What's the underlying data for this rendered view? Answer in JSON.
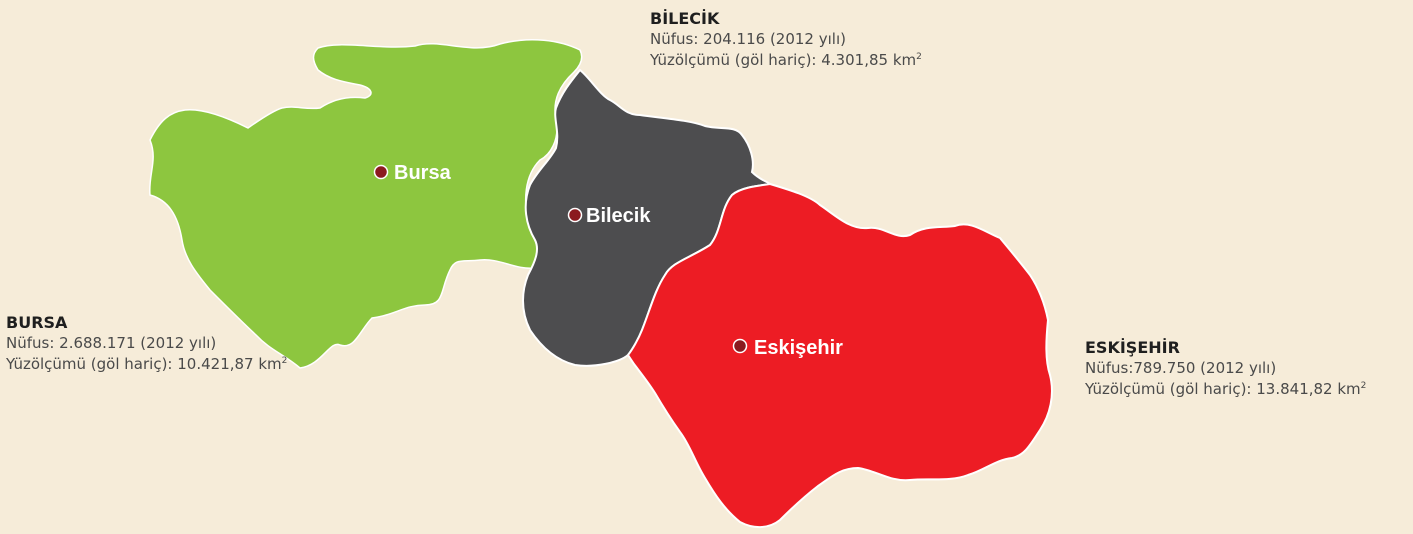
{
  "map": {
    "colors": {
      "background": "#f6ecd9",
      "bursa": "#8dc63f",
      "bilecik": "#4d4d4f",
      "eskisehir": "#ed1c24",
      "marker": "#8b1a1f",
      "border": "#ffffff"
    },
    "cities": {
      "bursa": {
        "label": "Bursa"
      },
      "bilecik": {
        "label": "Bilecik"
      },
      "eskisehir": {
        "label": "Eskişehir"
      }
    }
  },
  "info": {
    "bilecik": {
      "name": "BİLECİK",
      "population_line": "Nüfus: 204.116 (2012 yılı)",
      "area_line": "Yüzölçümü (göl hariç): 4.301,85 km",
      "area_sup": "2"
    },
    "bursa": {
      "name": "BURSA",
      "population_line": "Nüfus: 2.688.171 (2012 yılı)",
      "area_line": "Yüzölçümü (göl hariç): 10.421,87 km",
      "area_sup": "2"
    },
    "eskisehir": {
      "name": "ESKİŞEHİR",
      "population_line": "Nüfus:789.750 (2012 yılı)",
      "area_line": "Yüzölçümü (göl hariç): 13.841,82 km",
      "area_sup": "2"
    }
  }
}
